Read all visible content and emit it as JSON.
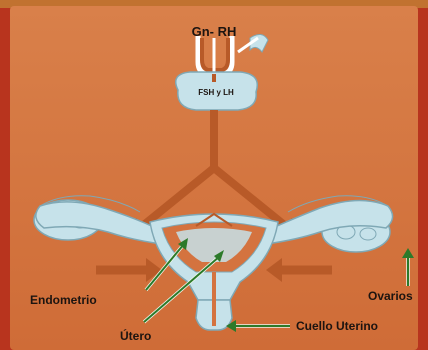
{
  "labels": {
    "hormone_top": "Gn- RH",
    "hormone_pituitary": "FSH y LH",
    "endometrium": "Endometrio",
    "uterus": "Útero",
    "ovaries": "Ovarios",
    "cervix": "Cuello Uterino"
  },
  "colors": {
    "background": "#b8341e",
    "panel": "#d4733f",
    "organ_fill": "#c6e2ea",
    "organ_stroke": "#7fa8b5",
    "arrow_orange": "#b85a28",
    "pointer_green": "#2c7a2a",
    "pointer_white": "#eef6ee",
    "text": "#1c1410"
  }
}
